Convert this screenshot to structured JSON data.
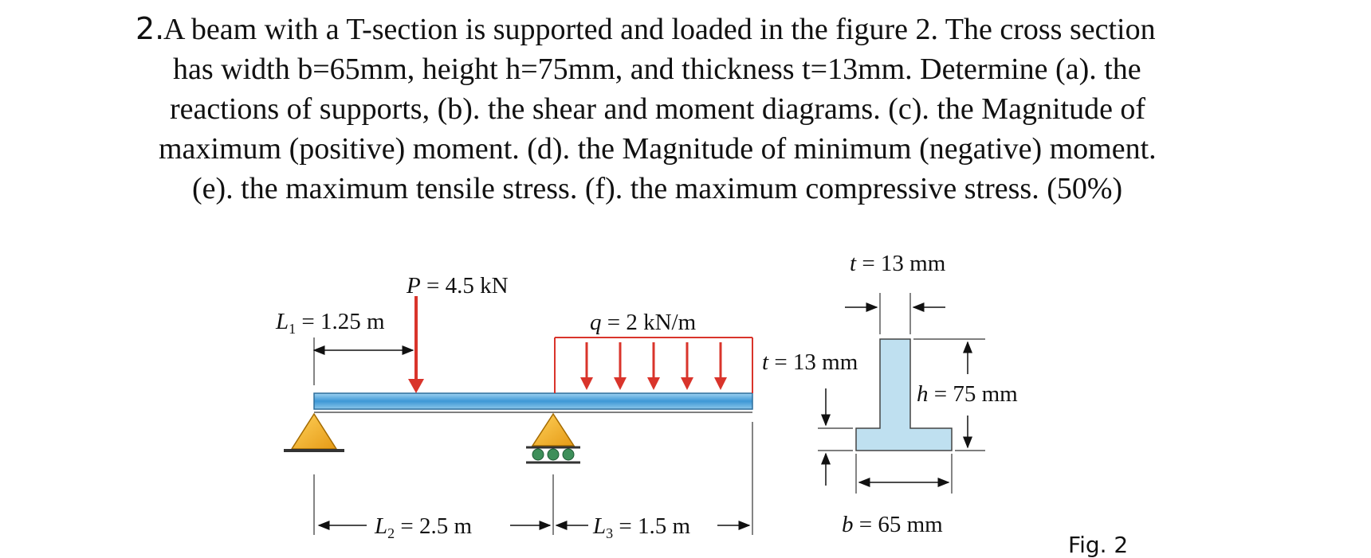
{
  "problem": {
    "number": "2.",
    "lines": [
      "A beam with a T-section is supported and loaded in the figure 2. The cross section",
      "has width b=65mm, height h=75mm, and thickness t=13mm. Determine (a). the",
      "reactions of supports, (b). the shear and moment diagrams. (c). the Magnitude of",
      "maximum (positive) moment. (d). the Magnitude of minimum (negative) moment.",
      "(e). the maximum tensile stress. (f). the maximum compressive stress. (50%)"
    ]
  },
  "figure": {
    "point_load": {
      "var": "P",
      "value": " = 4.5 kN"
    },
    "distributed_load": {
      "var": "q",
      "value": " = 2 kN/m"
    },
    "L1": {
      "var": "L",
      "sub": "1",
      "value": " = 1.25 m"
    },
    "L2": {
      "var": "L",
      "sub": "2",
      "value": " = 2.5 m"
    },
    "L3": {
      "var": "L",
      "sub": "3",
      "value": " = 1.5 m"
    },
    "t_top": {
      "var": "t",
      "value": " = 13 mm"
    },
    "t_left": {
      "var": "t",
      "value": " = 13 mm"
    },
    "h": {
      "var": "h",
      "value": " = 75 mm"
    },
    "b": {
      "var": "b",
      "value": " = 65 mm"
    },
    "caption": "Fig. 2",
    "colors": {
      "beam": "#4aa3df",
      "load": "#d9342b",
      "support": "#f2b233",
      "roller": "#3e8f5a",
      "section": "#bfe0f0"
    }
  }
}
